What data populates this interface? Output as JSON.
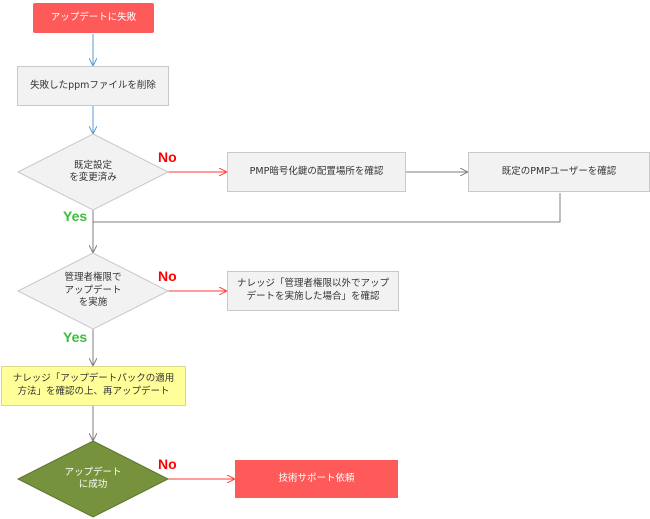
{
  "start": {
    "text": "アップデートに失敗",
    "color": "#ff5a5a"
  },
  "step_delete": {
    "text": "失敗したppmファイルを削除"
  },
  "decision_settings": {
    "text": "既定設定\nを変更済み",
    "no_label": "No",
    "yes_label": "Yes"
  },
  "step_pmp_key": {
    "text": "PMP暗号化鍵の配置場所を確認"
  },
  "step_pmp_user": {
    "text": "既定のPMPユーザーを確認"
  },
  "decision_admin": {
    "text": "管理者権限で\nアップデート\nを実施",
    "no_label": "No",
    "yes_label": "Yes"
  },
  "step_knowledge_non_admin": {
    "text": "ナレッジ「管理者権限以外でアップ\nデートを実施した場合」を確認"
  },
  "step_knowledge_patch": {
    "text": "ナレッジ「アップデートパックの適用\n方法」を確認の上、再アップデート",
    "color": "#ffff99"
  },
  "decision_success": {
    "text": "アップデート\nに成功",
    "no_label": "No",
    "color": "#76923c"
  },
  "step_support": {
    "text": "技術サポート依頼",
    "color": "#ff5a5a"
  },
  "colors": {
    "flow_line": "#7f7f7f",
    "start_line": "#5b9bd5",
    "no_line": "#ff3b3b",
    "no_label": "#ff0000",
    "yes_label": "#3bbf3b"
  }
}
